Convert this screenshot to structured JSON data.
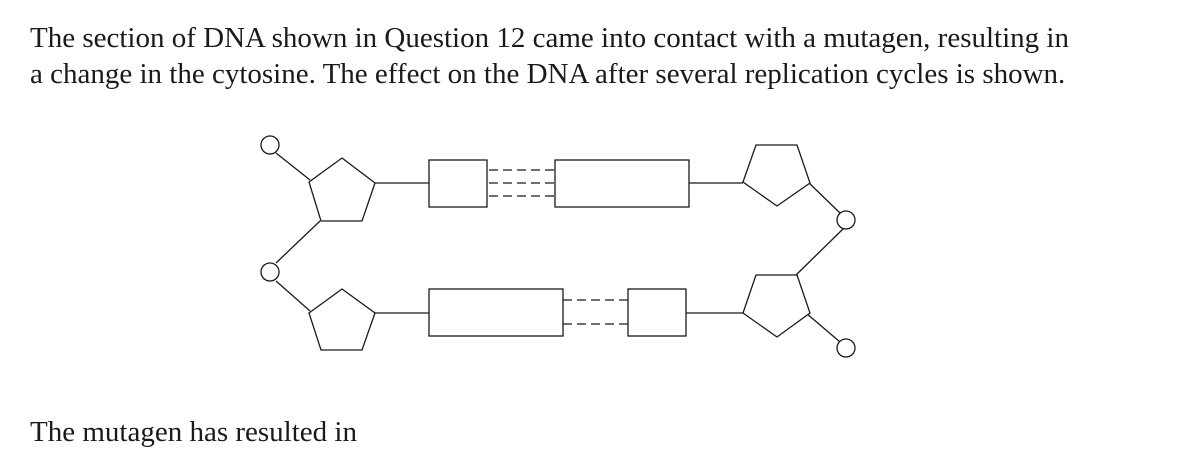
{
  "question": {
    "line1": "The section of DNA shown in Question 12 came into contact with a mutagen, resulting in",
    "line2": "a change in the cytosine. The effect on the DNA after several replication cycles is shown."
  },
  "prompt": "The mutagen has resulted in",
  "colors": {
    "stroke": "#1a1a1a",
    "fill": "#ffffff"
  }
}
